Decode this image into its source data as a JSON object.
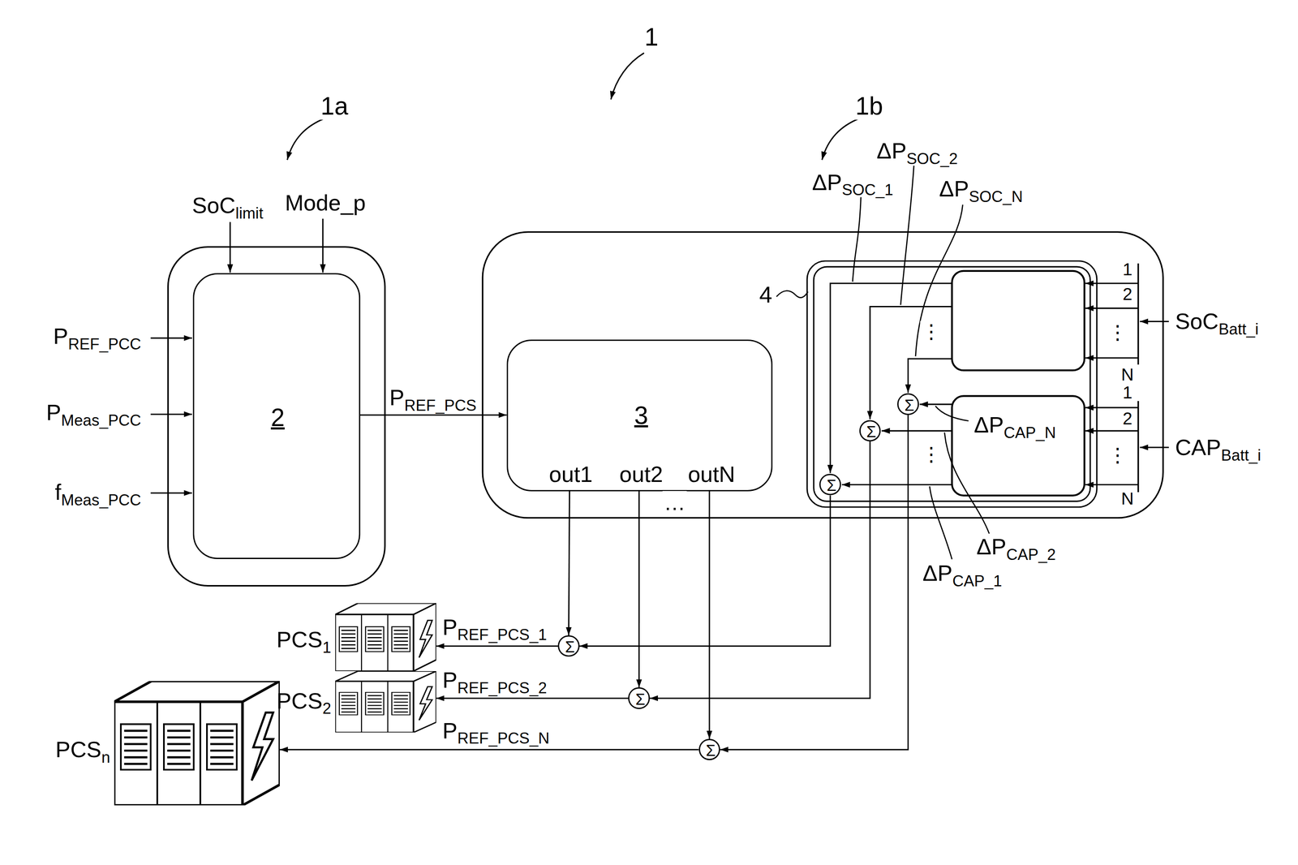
{
  "diagram": {
    "nodes": [
      {
        "text": [
          "2"
        ]
      },
      {
        "text": [
          "3",
          "out1",
          "out2",
          "outN"
        ]
      },
      {
        "text": [
          "Σ"
        ]
      },
      {
        "text": [
          "Σ"
        ]
      },
      {
        "text": [
          "Σ"
        ]
      },
      {
        "text": [
          "Σ"
        ]
      },
      {
        "text": [
          "Σ"
        ]
      },
      {
        "text": [
          "Σ"
        ]
      },
      {
        "text": [
          "PCS1"
        ]
      },
      {
        "text": [
          "PCS2"
        ]
      },
      {
        "text": [
          "PCSn"
        ]
      }
    ],
    "edges": [
      {
        "from": 0,
        "to": 1,
        "arrow": "to",
        "label": "PREF_PCS"
      },
      {
        "from": 1,
        "to": 5,
        "arrow": "to"
      },
      {
        "from": 1,
        "to": 6,
        "arrow": "to"
      },
      {
        "from": 1,
        "to": 7,
        "arrow": "to"
      },
      {
        "from": 2,
        "to": 5,
        "arrow": "to"
      },
      {
        "from": 3,
        "to": 6,
        "arrow": "to"
      },
      {
        "from": 4,
        "to": 7,
        "arrow": "to"
      },
      {
        "from": 5,
        "to": 8,
        "arrow": "to",
        "label": "PREF_PCS_1"
      },
      {
        "from": 6,
        "to": 9,
        "arrow": "to",
        "label": "PREF_PCS_2"
      },
      {
        "from": 7,
        "to": 10,
        "arrow": "to",
        "label": "PREF_PCS_N"
      }
    ],
    "labels": [
      "1",
      "1a",
      "1b",
      "SoClimit",
      "Mode_p",
      "PREF_PCC",
      "PMeas_PCC",
      "fMeas_PCC",
      "4",
      "ΔPSOC_1",
      "ΔPSOC_2",
      "ΔPSOC_N",
      "SoCBatt_i",
      "CAPBatt_i",
      "1",
      "2",
      "⋮",
      "N",
      "1",
      "2",
      "⋮",
      "N",
      "ΔPCAP_N",
      "ΔPCAP_2",
      "ΔPCAP_1",
      "⋮",
      "⋮",
      "…"
    ]
  }
}
